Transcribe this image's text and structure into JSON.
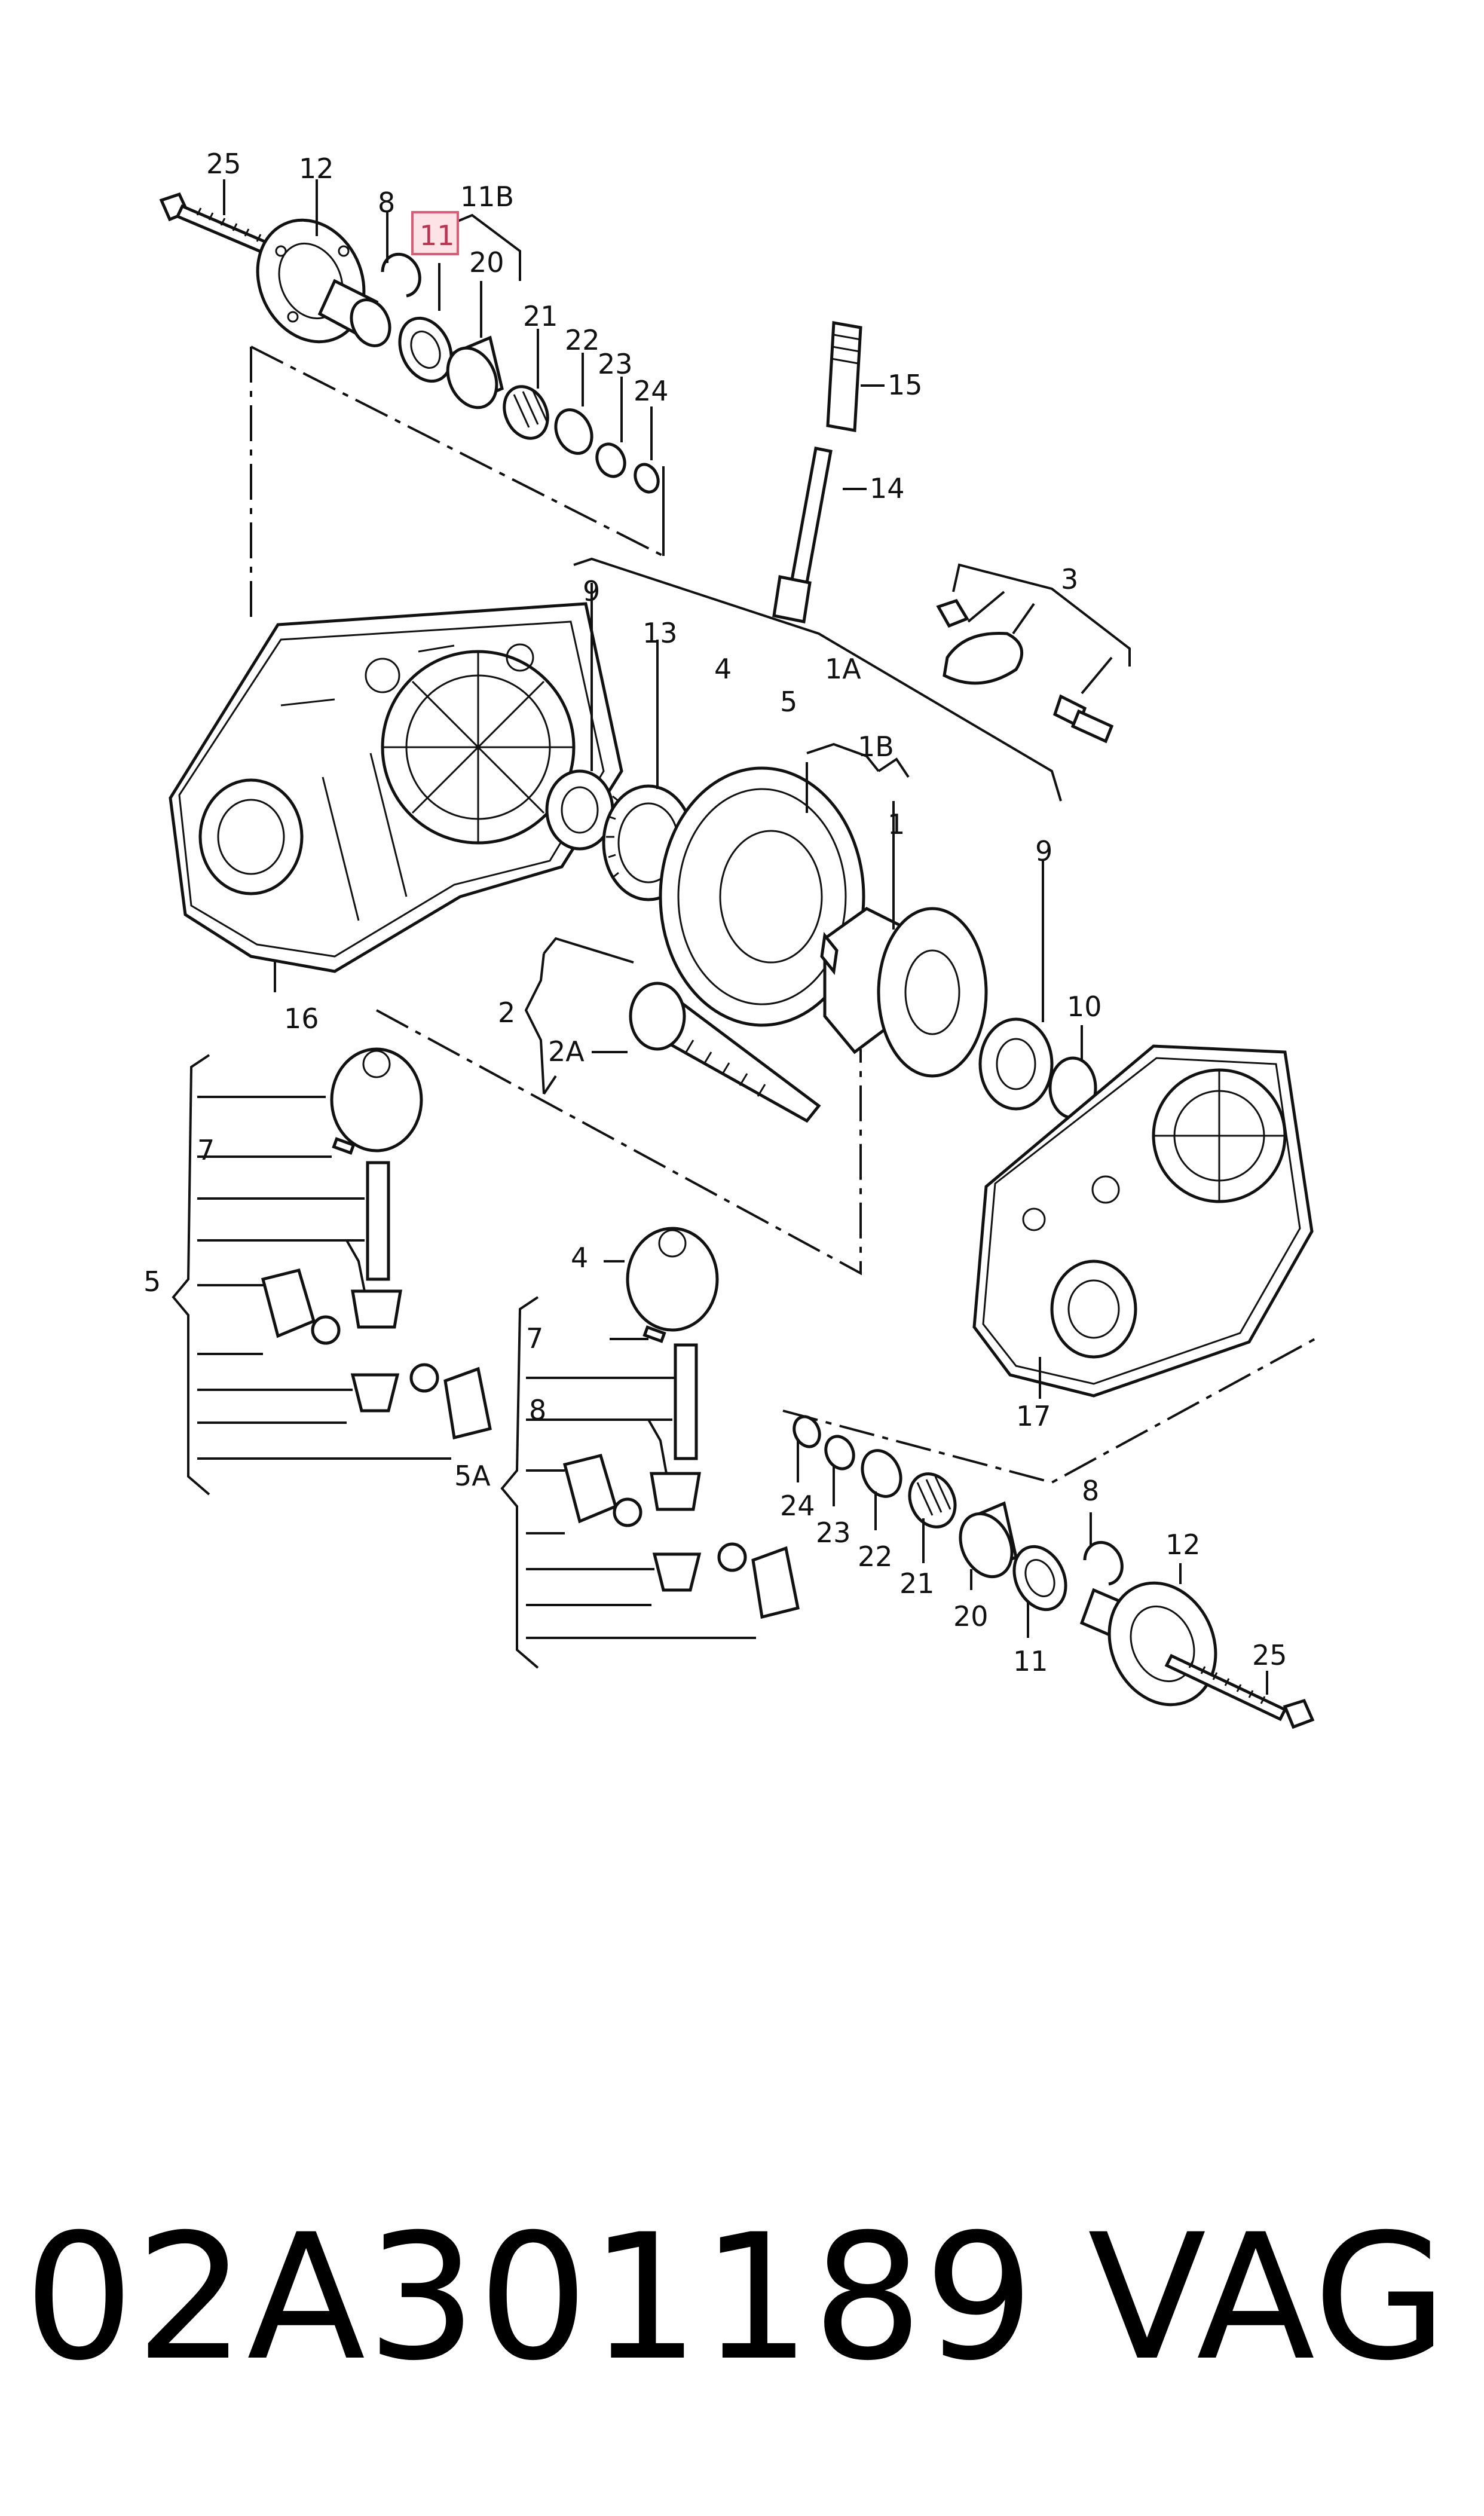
{
  "colors": {
    "ink": "#111111",
    "highlight_fill": "#fde2e6",
    "highlight_stroke": "#e05a75"
  },
  "callouts": {
    "top_25": "25",
    "top_12": "12",
    "top_8": "8",
    "top_11": "11",
    "top_11B": "11B",
    "top_20": "20",
    "top_21": "21",
    "top_22": "22",
    "top_23": "23",
    "top_24": "24",
    "c15": "15",
    "c14": "14",
    "c3": "3",
    "c9a": "9",
    "c13": "13",
    "c4a": "4",
    "c5a": "5",
    "c1A": "1A",
    "c1B": "1B",
    "c1": "1",
    "c9b": "9",
    "c10": "10",
    "c16": "16",
    "c2": "2",
    "c2A": "2A",
    "c7a": "7",
    "c5": "5",
    "c4b": "4",
    "c7b": "7",
    "c8a": "8",
    "c5A": "5A",
    "c17": "17",
    "bot_8": "8",
    "bot_12": "12",
    "bot_25": "25",
    "bot_24": "24",
    "bot_23": "23",
    "bot_22": "22",
    "bot_21": "21",
    "bot_20": "20",
    "bot_11": "11"
  },
  "footer": {
    "part_number": "02A301189",
    "brand": "VAG"
  }
}
